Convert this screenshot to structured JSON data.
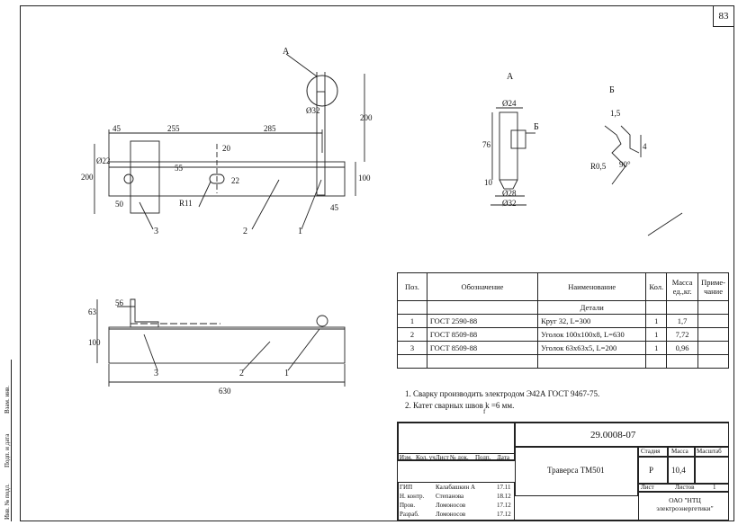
{
  "page_number": "83",
  "views": {
    "main": {
      "dims": [
        "45",
        "255",
        "285",
        "20",
        "55",
        "Ø22",
        "200",
        "50",
        "R11",
        "22",
        "Ø32",
        "200",
        "100",
        "45"
      ],
      "callouts": [
        "1",
        "2",
        "3"
      ]
    },
    "bottom": {
      "dims": [
        "56",
        "63",
        "100",
        "630"
      ],
      "callouts": [
        "3",
        "2",
        "1"
      ]
    },
    "detail_a": {
      "title": "А",
      "dims": [
        "Ø24",
        "76",
        "10",
        "Ø28",
        "Ø32"
      ],
      "section_label": "Б"
    },
    "detail_b": {
      "title": "Б",
      "dims": [
        "1,5",
        "4",
        "R0,5",
        "90°"
      ]
    },
    "ref_a": "А"
  },
  "spec_table": {
    "headers": {
      "pos": "Поз.",
      "designation": "Обозначение",
      "name": "Наименование",
      "qty": "Кол.",
      "mass": "Масса ед.,кг.",
      "note": "Приме- чание"
    },
    "section": "Детали",
    "rows": [
      {
        "pos": "1",
        "designation": "ГОСТ 2590-88",
        "name": "Круг 32, L=300",
        "qty": "1",
        "mass": "1,7"
      },
      {
        "pos": "2",
        "designation": "ГОСТ 8509-88",
        "name": "Уголок 100х100х8, L=630",
        "qty": "1",
        "mass": "7,72"
      },
      {
        "pos": "3",
        "designation": "ГОСТ 8509-88",
        "name": "Уголок 63х63х5, L=200",
        "qty": "1",
        "mass": "0,96"
      }
    ]
  },
  "notes": [
    "1. Сварку производить электродом Э42А ГОСТ 9467-75.",
    "2. Катет сварных швов k =6 мм."
  ],
  "notes_subscript": "f",
  "title_block": {
    "code": "29.0008-07",
    "part_name": "Траверса ТМ501",
    "headers": {
      "stage": "Стадия",
      "mass": "Масса",
      "scale": "Масштаб"
    },
    "stage": "Р",
    "mass": "10,4",
    "sheet_label": "Лист",
    "sheets_label": "Листов",
    "sheets_count": "1",
    "org": "ОАО \"НТЦ электроэнергетики\"",
    "rev_headers": [
      "Изм.",
      "Кол. уч",
      "Лист",
      "№ док.",
      "Подп.",
      "Дата"
    ],
    "roles": [
      {
        "role": "ГИП",
        "name": "Калабашкин А",
        "date": "17.11"
      },
      {
        "role": "Н. контр.",
        "name": "Степанова",
        "date": "18.12"
      },
      {
        "role": "Пров.",
        "name": "Ломоносов",
        "date": "17.12"
      },
      {
        "role": "Разраб.",
        "name": "Ломоносов",
        "date": "17.12"
      }
    ]
  },
  "side_labels": [
    "Взам. инв.",
    "Подп. и дата",
    "Инв. № подл."
  ]
}
